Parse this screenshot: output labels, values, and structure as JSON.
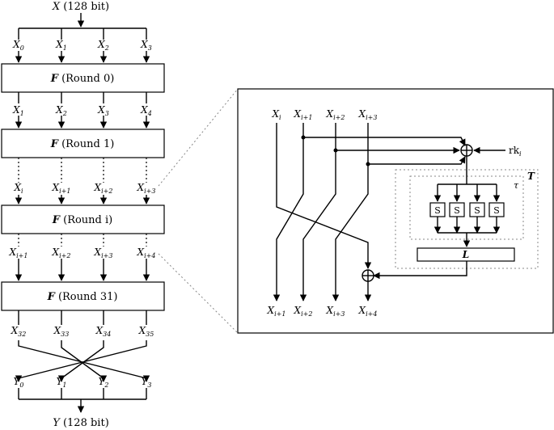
{
  "input": {
    "label": "X",
    "note": "(128 bit)"
  },
  "output": {
    "label": "Y",
    "note": "(128 bit)"
  },
  "rounds": [
    {
      "label": "F",
      "text": "(Round 0)",
      "in": [
        [
          "X",
          "0"
        ],
        [
          "X",
          "1"
        ],
        [
          "X",
          "2"
        ],
        [
          "X",
          "3"
        ]
      ]
    },
    {
      "label": "F",
      "text": "(Round 1)",
      "in": [
        [
          "X",
          "1"
        ],
        [
          "X",
          "2"
        ],
        [
          "X",
          "3"
        ],
        [
          "X",
          "4"
        ]
      ]
    },
    {
      "label": "F",
      "text": "(Round i)",
      "in": [
        [
          "X",
          "i"
        ],
        [
          "X",
          "i+1"
        ],
        [
          "X",
          "i+2"
        ],
        [
          "X",
          "i+3"
        ]
      ]
    },
    {
      "label": "F",
      "text": "(Round 31)",
      "in": [
        [
          "X",
          "i+1"
        ],
        [
          "X",
          "i+2"
        ],
        [
          "X",
          "i+3"
        ],
        [
          "X",
          "i+4"
        ]
      ]
    }
  ],
  "final_words": [
    [
      "X",
      "32"
    ],
    [
      "X",
      "33"
    ],
    [
      "X",
      "34"
    ],
    [
      "X",
      "35"
    ]
  ],
  "output_words": [
    [
      "Y",
      "0"
    ],
    [
      "Y",
      "1"
    ],
    [
      "Y",
      "2"
    ],
    [
      "Y",
      "3"
    ]
  ],
  "detail": {
    "inputs": [
      [
        "X",
        "i"
      ],
      [
        "X",
        "i+1"
      ],
      [
        "X",
        "i+2"
      ],
      [
        "X",
        "i+3"
      ]
    ],
    "outputs": [
      [
        "X",
        "i+1"
      ],
      [
        "X",
        "i+2"
      ],
      [
        "X",
        "i+3"
      ],
      [
        "X",
        "i+4"
      ]
    ],
    "round_key": [
      "rk",
      "i"
    ],
    "T_label": "T",
    "tau_label": "τ",
    "sbox_labels": [
      "S",
      "S",
      "S",
      "S"
    ],
    "L_label": "L"
  }
}
